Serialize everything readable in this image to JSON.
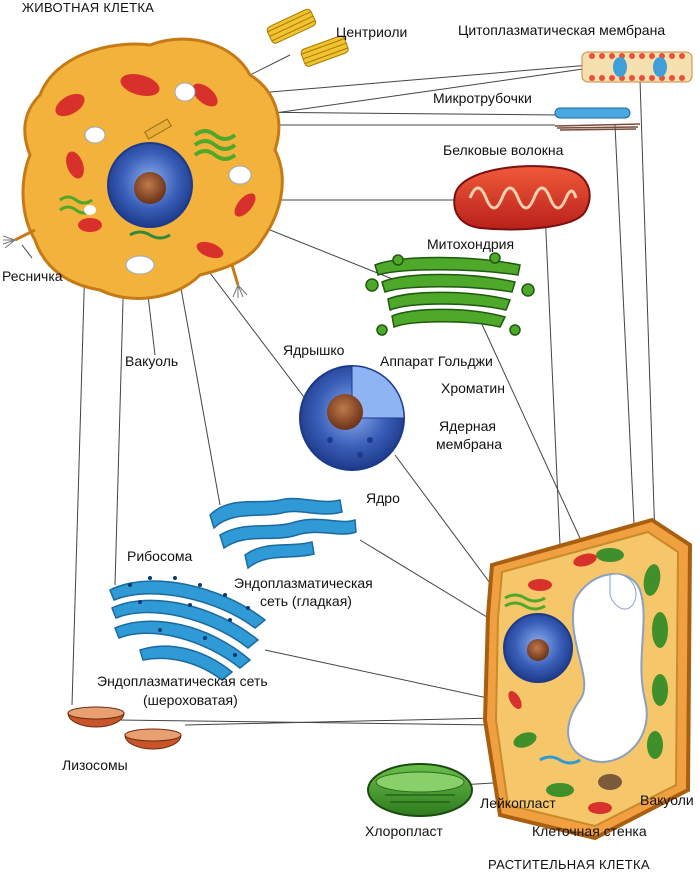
{
  "headers": {
    "animal_cell": "ЖИВОТНАЯ КЛЕТКА",
    "plant_cell": "РАСТИТЕЛЬНАЯ КЛЕТКА"
  },
  "labels": {
    "centrioles": "Центриоли",
    "cytoplasmic_membrane": "Цитоплазматическая мембрана",
    "microtubules": "Микротрубочки",
    "protein_fibers": "Белковые волокна",
    "mitochondrion": "Митохондрия",
    "cilium": "Ресничка",
    "vacuole": "Вакуоль",
    "nucleolus": "Ядрышко",
    "golgi": "Аппарат Гольджи",
    "chromatin": "Хроматин",
    "nuclear_membrane_1": "Ядерная",
    "nuclear_membrane_2": "мембрана",
    "nucleus": "Ядро",
    "ribosome": "Рибосома",
    "smooth_er_1": "Эндоплазматическая",
    "smooth_er_2": "сеть (гладкая)",
    "rough_er_1": "Эндоплазматическая сеть",
    "rough_er_2": "(шероховатая)",
    "lysosomes": "Лизосомы",
    "leucoplast": "Лейкопласт",
    "vacuoles": "Вакуоли",
    "chloroplast": "Хлоропласт",
    "cell_wall": "Клеточная стенка"
  },
  "colors": {
    "cytoplasm": "#f2b23c",
    "cytoplasm_dark": "#d98a1e",
    "nucleus": "#3a5fb8",
    "nucleolus": "#8a4a2a",
    "mitochondrion": "#d8302a",
    "golgi": "#4ea82a",
    "er": "#2f9ad6",
    "chloroplast": "#3f8f2a",
    "cell_wall": "#f0a040",
    "vacuole": "#ffffff",
    "line": "#444444"
  }
}
